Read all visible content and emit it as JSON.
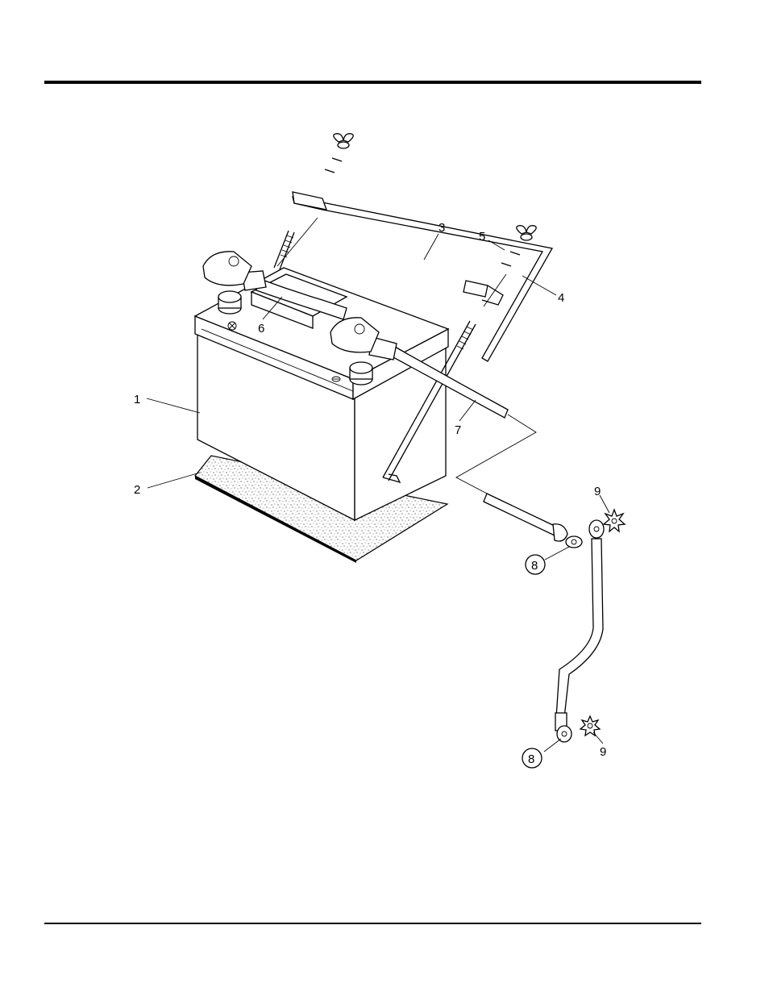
{
  "callouts": {
    "c1": "1",
    "c2": "2",
    "c3": "3",
    "c4": "4",
    "c5": "5",
    "c6": "6",
    "c7": "7",
    "c8a": "8",
    "c8b": "8",
    "c9a": "9",
    "c9b": "9"
  }
}
